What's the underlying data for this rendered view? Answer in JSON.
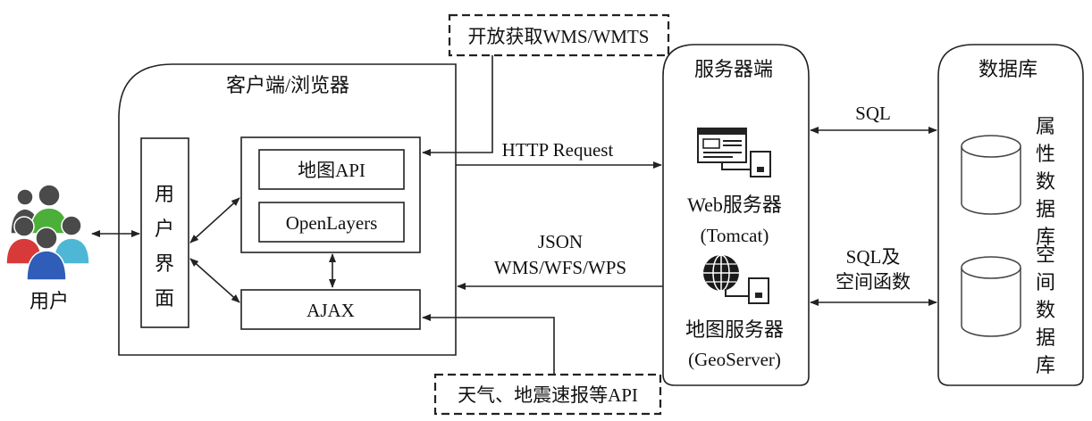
{
  "client": {
    "title": "客户端/浏览器",
    "user_interface_chars": [
      "用",
      "户",
      "界",
      "面"
    ],
    "map_api": "地图API",
    "openlayers": "OpenLayers",
    "ajax": "AJAX"
  },
  "server": {
    "title": "服务器端",
    "web_server": "Web服务器",
    "web_server_sub": "(Tomcat)",
    "map_server": "地图服务器",
    "map_server_sub": "(GeoServer)"
  },
  "database": {
    "title": "数据库",
    "attribute_db_chars": [
      "属",
      "性",
      "数",
      "据",
      "库"
    ],
    "spatial_db_chars": [
      "空",
      "间",
      "数",
      "据",
      "库"
    ]
  },
  "user_label": "用户",
  "open_access_label": "开放获取WMS/WMTS",
  "third_party_api_label": "天气、地震速报等API",
  "http_request_label": "HTTP Request",
  "response_line1": "JSON",
  "response_line2": "WMS/WFS/WPS",
  "sql_label": "SQL",
  "sql_spatial_line1": "SQL及",
  "sql_spatial_line2": "空间函数",
  "colors": {
    "user_green": "#4caf3a",
    "user_red": "#d83a3a",
    "user_cyan": "#4fb7d6",
    "user_blue": "#2f5db8",
    "user_dark": "#4a4a4a"
  }
}
